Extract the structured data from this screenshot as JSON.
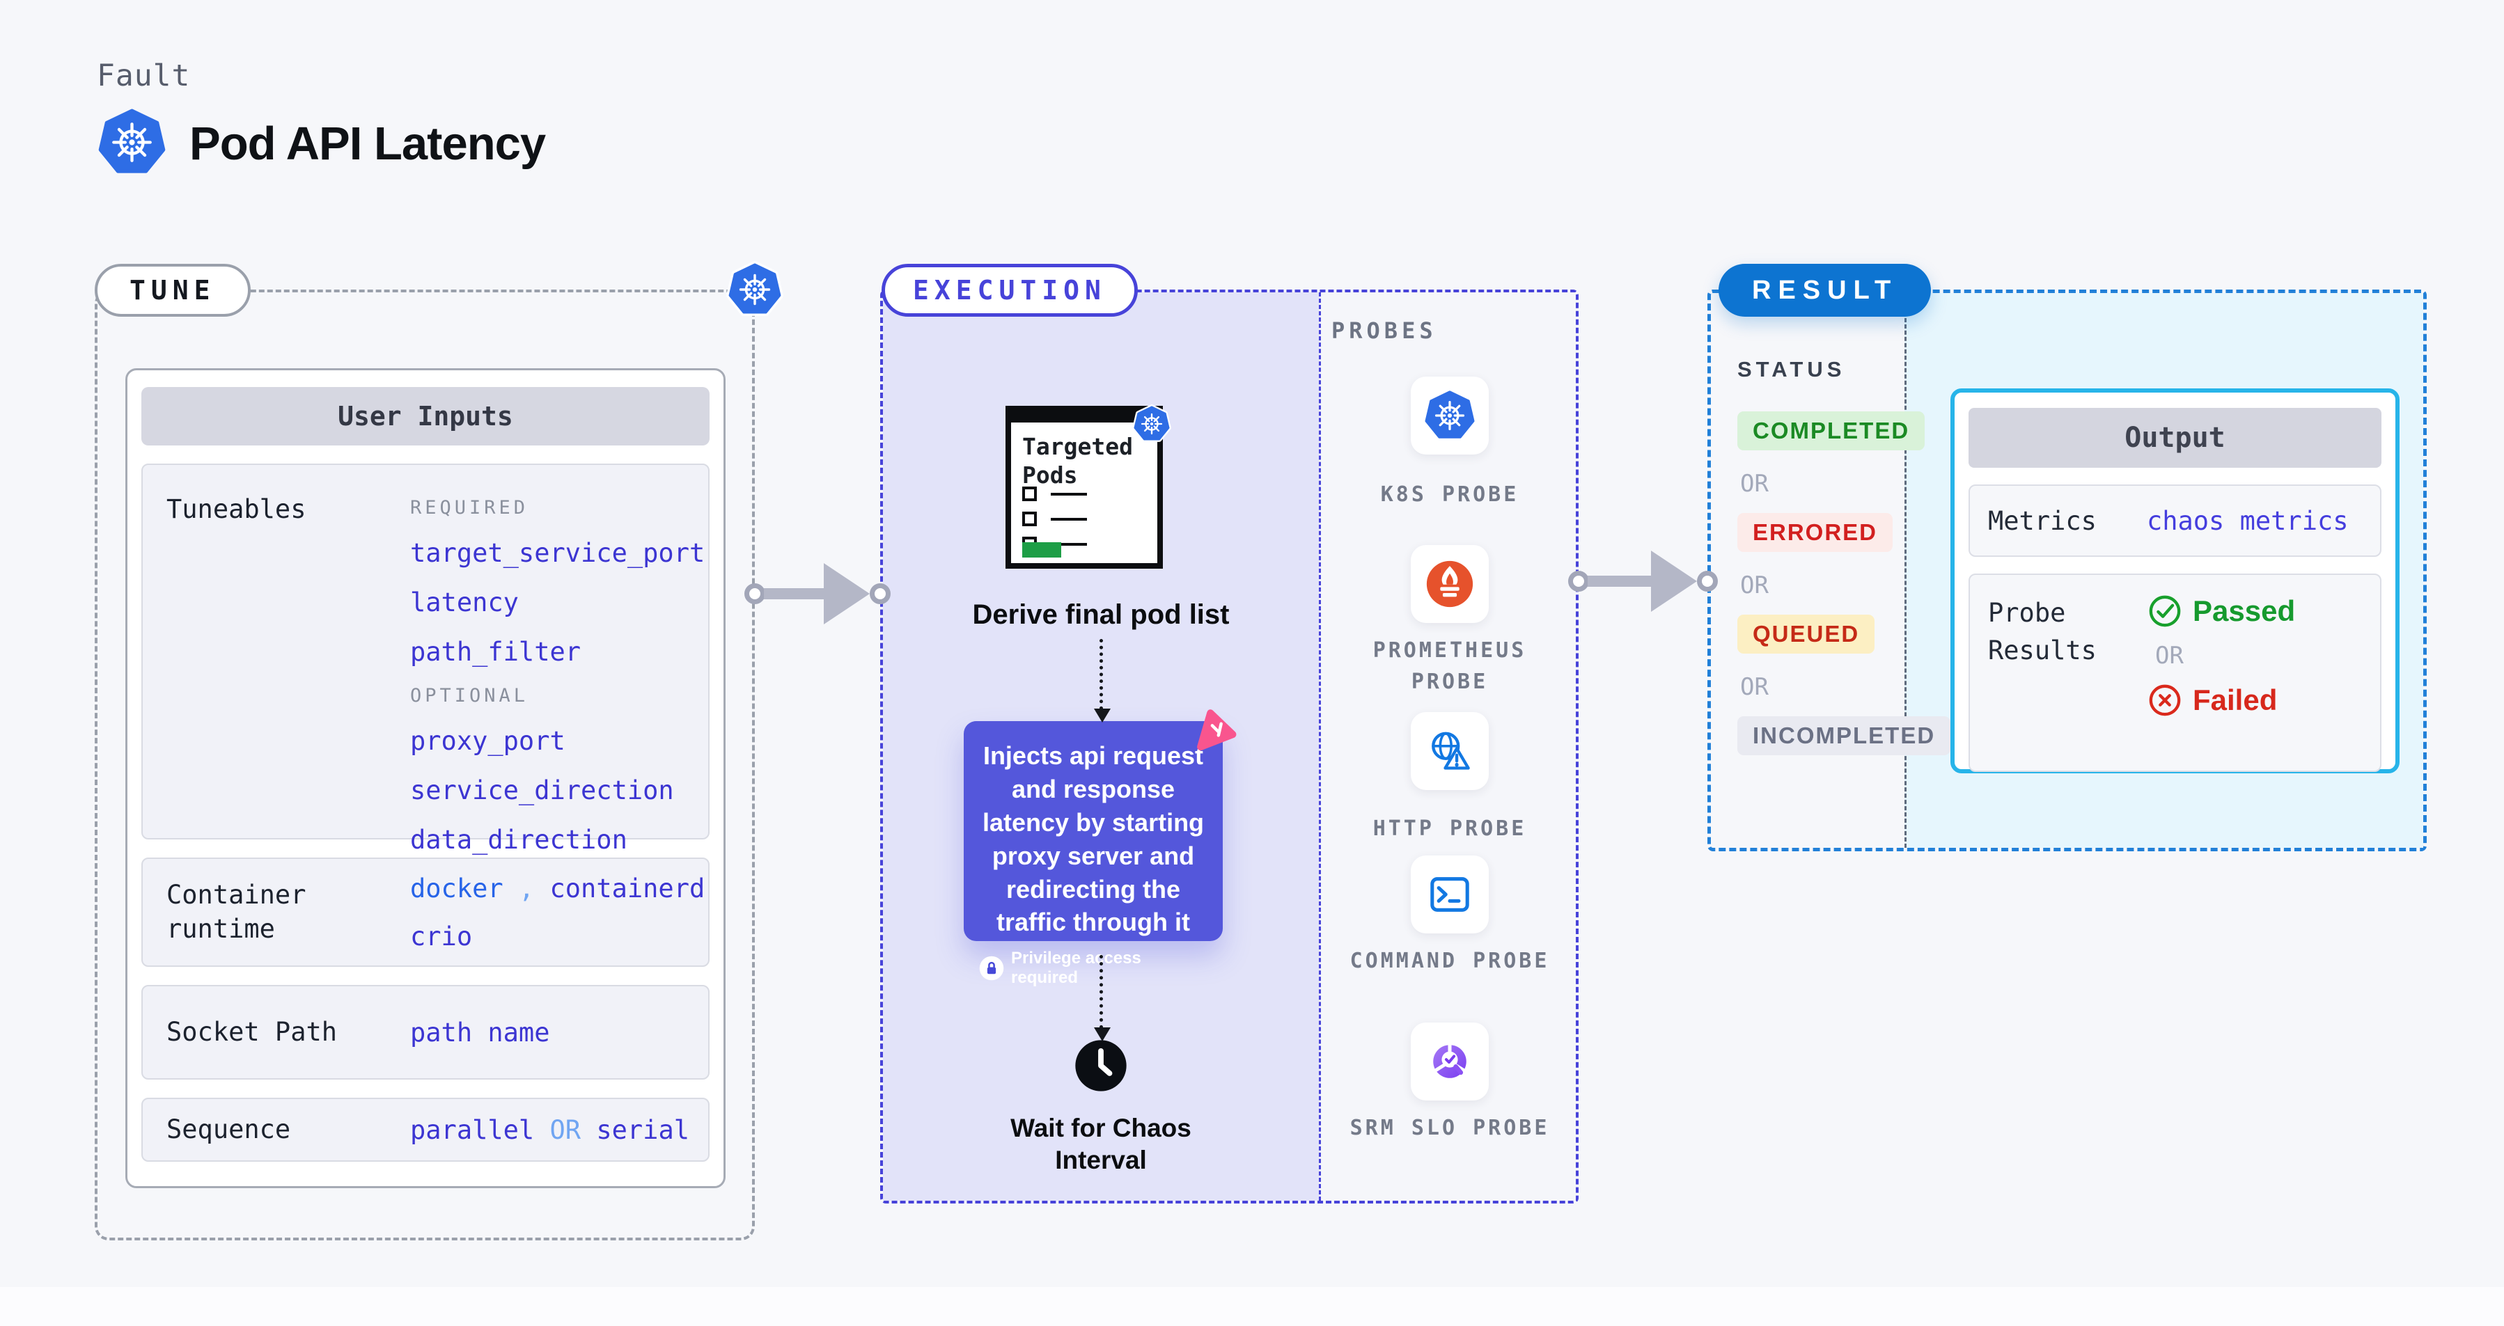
{
  "header": {
    "kicker": "Fault",
    "title": "Pod API Latency"
  },
  "tune": {
    "pill": "TUNE",
    "card_header": "User Inputs",
    "tuneables": {
      "label": "Tuneables",
      "required_label": "REQUIRED",
      "required": [
        "target_service_port",
        "latency",
        "path_filter"
      ],
      "optional_label": "OPTIONAL",
      "optional": [
        "proxy_port",
        "service_direction",
        "data_direction"
      ]
    },
    "container_runtime": {
      "label": "Container runtime",
      "v1": "docker",
      "sep": ",",
      "v2": "containerd",
      "v3": "crio"
    },
    "socket_path": {
      "label": "Socket Path",
      "value": "path name"
    },
    "sequence": {
      "label": "Sequence",
      "v1": "parallel",
      "or": "OR",
      "v2": "serial"
    }
  },
  "execution": {
    "pill": "EXECUTION",
    "targeted_pods": "Targeted Pods",
    "derive": "Derive final pod list",
    "inject": "Injects api request and response latency by starting proxy server and redirecting the traffic through it",
    "privilege": "Privilege access required",
    "wait": "Wait for Chaos Interval"
  },
  "probes": {
    "label": "PROBES",
    "items": [
      {
        "name": "K8S PROBE",
        "icon": "kubernetes-icon"
      },
      {
        "name": "PROMETHEUS PROBE",
        "icon": "prometheus-icon"
      },
      {
        "name": "HTTP PROBE",
        "icon": "http-globe-warning-icon"
      },
      {
        "name": "COMMAND PROBE",
        "icon": "terminal-icon"
      },
      {
        "name": "SRM SLO PROBE",
        "icon": "slo-donut-check-icon"
      }
    ]
  },
  "result": {
    "pill": "RESULT",
    "status_label": "STATUS",
    "or": "OR",
    "statuses": [
      {
        "text": "COMPLETED",
        "style": "background:#d9f2d9;color:#1b8a24"
      },
      {
        "text": "ERRORED",
        "style": "background:#fcebe9;color:#d21f1f"
      },
      {
        "text": "QUEUED",
        "style": "background:#fcefc3;color:#c52a17"
      },
      {
        "text": "INCOMPLETED",
        "style": "background:#e9eaf1;color:#6b7185"
      }
    ],
    "output": {
      "header": "Output",
      "metrics_label": "Metrics",
      "metrics_value": "chaos metrics",
      "probe_results_label": "Probe Results",
      "passed": "Passed",
      "or": "OR",
      "failed": "Failed"
    }
  },
  "colors": {
    "page_bg": "#f6f7fa",
    "accent_indigo": "#4743d9",
    "param_indigo": "#3c35d2",
    "docker_blue": "#2764e8",
    "light_blue": "#70a5f2",
    "lavender_bg": "#e2e3f9",
    "purple_card": "#5457db",
    "result_blue_pill": "#0d74d1",
    "result_dash_border": "#2180d8",
    "cyan_border": "#27b4e9",
    "cyan_bg": "#e6f6fd",
    "green_passed": "#169a2e",
    "red_failed": "#d7281c",
    "k8s_blue": "#2e6de5",
    "prometheus_orange": "#e6522c",
    "chaos_pink": "#f9558e",
    "arrow_gray": "#b4b7c7",
    "targeted_green": "#1d9e46"
  }
}
